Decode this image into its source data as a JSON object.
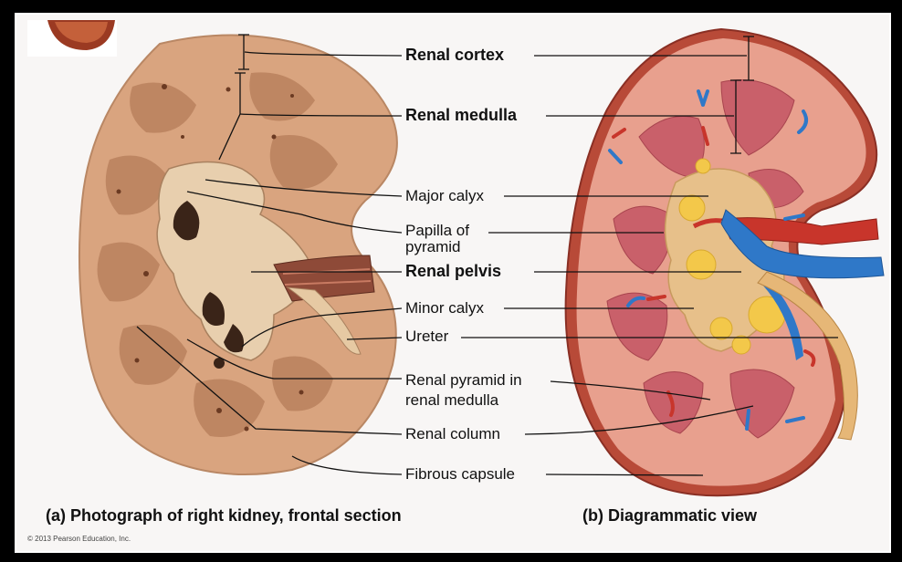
{
  "labels": {
    "renal_cortex": "Renal cortex",
    "renal_medulla": "Renal medulla",
    "major_calyx": "Major calyx",
    "papilla_line1": "Papilla of",
    "papilla_line2": "pyramid",
    "renal_pelvis": "Renal pelvis",
    "minor_calyx": "Minor calyx",
    "ureter": "Ureter",
    "renal_pyramid_line1": "Renal pyramid in",
    "renal_pyramid_line2": "renal medulla",
    "renal_column": "Renal column",
    "fibrous_capsule": "Fibrous capsule"
  },
  "captions": {
    "photo": "(a) Photograph of right kidney, frontal section",
    "diagram": "(b) Diagrammatic view"
  },
  "copyright": "© 2013 Pearson Education, Inc.",
  "colors": {
    "photo_tissue": "#d9a47f",
    "photo_dark": "#8a5a3c",
    "diagram_cortex": "#e8a08e",
    "diagram_medulla": "#c9606a",
    "diagram_pelvis": "#e7c08a",
    "artery": "#c8352b",
    "vein": "#2f78c8",
    "fat": "#f3c84a"
  }
}
